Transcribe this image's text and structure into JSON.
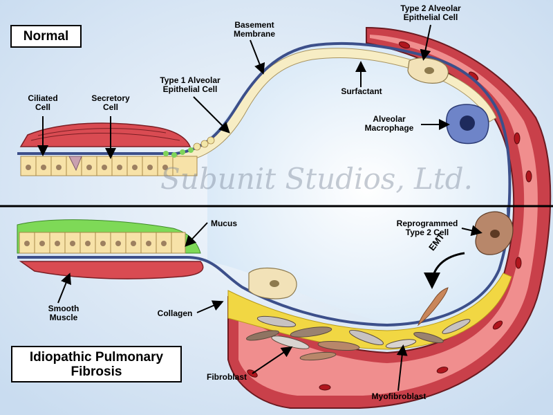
{
  "titles": {
    "normal": "Normal",
    "ipf": [
      "Idiopathic Pulmonary",
      "Fibrosis"
    ]
  },
  "labels": {
    "basement_membrane": [
      "Basement",
      "Membrane"
    ],
    "type2_alveolar": [
      "Type 2 Alveolar",
      "Epithelial Cell"
    ],
    "type1_alveolar": [
      "Type 1 Alveolar",
      "Epithelial Cell"
    ],
    "ciliated_cell": [
      "Ciliated",
      "Cell"
    ],
    "secretory_cell": [
      "Secretory",
      "Cell"
    ],
    "surfactant": "Surfactant",
    "alveolar_macrophage": [
      "Alveolar",
      "Macrophage"
    ],
    "reprogrammed_type2": [
      "Reprogrammed",
      "Type 2 Cell"
    ],
    "mucus": "Mucus",
    "emt": "EMT",
    "smooth_muscle": [
      "Smooth",
      "Muscle"
    ],
    "collagen": "Collagen",
    "fibroblast": "Fibroblast",
    "myofibroblast": "Myofibroblast"
  },
  "watermark": "Subunit Studios, Ltd.",
  "colors": {
    "background": "#d9e8f6",
    "alveolar_space": "#ffffff",
    "capillary_wall": "#c9404a",
    "capillary_lumen": "#f08e8e",
    "red_blood_cell": "#b0161e",
    "basement_membrane": "#3c4f8a",
    "epithelium": "#f7edc4",
    "macrophage": "#3d4f94",
    "mucus": "#7ed957",
    "collagen": "#f1d743",
    "fibroblast": "#9a8270",
    "myofibroblast": "#b8876a"
  }
}
